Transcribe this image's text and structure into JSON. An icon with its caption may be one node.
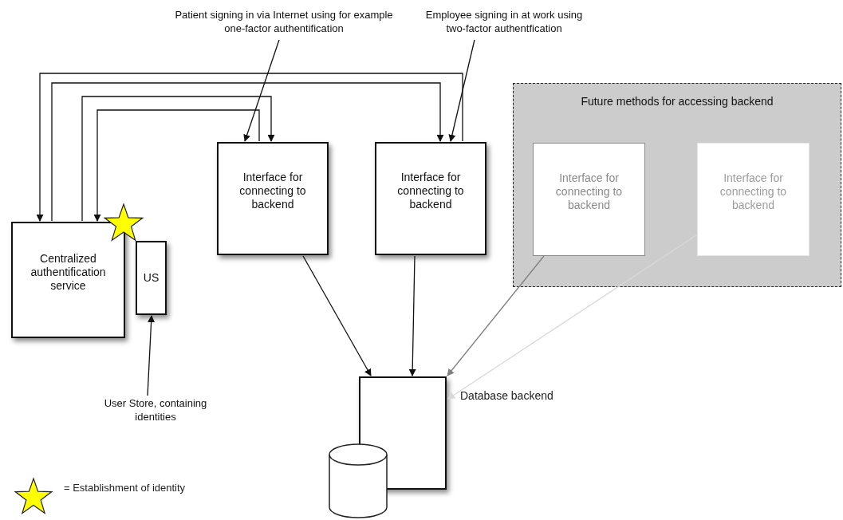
{
  "diagram": {
    "nodes": [
      {
        "text": [
          "Patient signing in via Internet using for example one-factor authentification"
        ]
      },
      {
        "text": [
          "Employee signing in at work using two-factor authentfication"
        ]
      },
      {
        "text": [
          "Centralized authentification service"
        ]
      },
      {
        "text": [
          "US"
        ]
      },
      {
        "text": [
          "User Store, containing identities"
        ]
      },
      {
        "text": [
          "Interface for connecting to backend"
        ]
      },
      {
        "text": [
          "Interface for connecting to backend"
        ]
      },
      {
        "text": [
          "Future methods for accessing backend"
        ]
      },
      {
        "text": [
          "Interface for connecting to backend"
        ],
        "in": 7
      },
      {
        "text": [
          "Interface for connecting to backend"
        ],
        "in": 7
      },
      {
        "text": [],
        "shape": "box",
        "beside": [
          "Database backend"
        ]
      },
      {
        "text": [],
        "shape": "cylinder"
      }
    ],
    "edges": [
      {
        "from": 0,
        "to": 5,
        "arrow": "to"
      },
      {
        "from": 1,
        "to": 6,
        "arrow": "to"
      },
      {
        "from": 6,
        "to": 2,
        "arrow": "to"
      },
      {
        "from": 2,
        "to": 6,
        "arrow": "to"
      },
      {
        "from": 2,
        "to": 5,
        "arrow": "to"
      },
      {
        "from": 5,
        "to": 2,
        "arrow": "to"
      },
      {
        "from": 4,
        "to": 3,
        "arrow": "to"
      },
      {
        "from": 5,
        "to": 10,
        "arrow": "to"
      },
      {
        "from": 6,
        "to": 10,
        "arrow": "to"
      },
      {
        "from": 8,
        "to": 10,
        "arrow": "to",
        "color": "#808080"
      },
      {
        "from": 9,
        "to": 10,
        "arrow": "to",
        "color": "#d9d9d9"
      }
    ],
    "legend": [
      {
        "text": "= Establishment of identity"
      }
    ]
  }
}
